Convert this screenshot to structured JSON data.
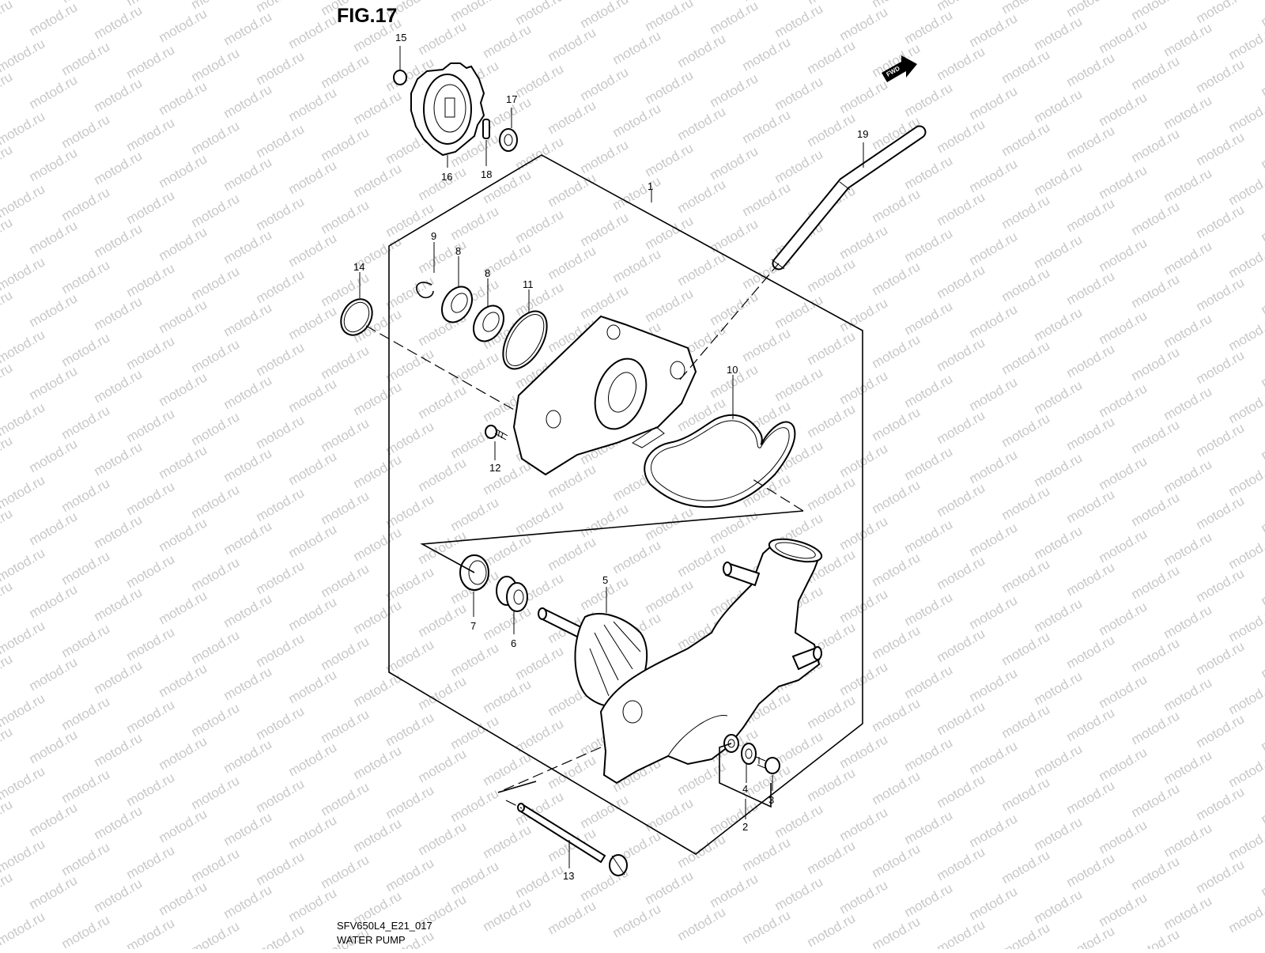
{
  "figure": {
    "title": "FIG.17",
    "drawing_code": "SFV650L4_E21_017",
    "section_name": "WATER PUMP",
    "direction_label": "FWD"
  },
  "watermark": {
    "text": "motod.ru"
  },
  "callouts": [
    {
      "id": "1",
      "label": "1",
      "part": "water-pump-assembly"
    },
    {
      "id": "2",
      "label": "2",
      "part": "drain-plug-set"
    },
    {
      "id": "3",
      "label": "3",
      "part": "drain-bolt"
    },
    {
      "id": "4",
      "label": "4",
      "part": "gasket-washer"
    },
    {
      "id": "5",
      "label": "5",
      "part": "impeller-shaft"
    },
    {
      "id": "6",
      "label": "6",
      "part": "mechanical-seal"
    },
    {
      "id": "7",
      "label": "7",
      "part": "oil-seal"
    },
    {
      "id": "8a",
      "label": "8",
      "part": "bearing"
    },
    {
      "id": "8b",
      "label": "8",
      "part": "bearing"
    },
    {
      "id": "9",
      "label": "9",
      "part": "circlip"
    },
    {
      "id": "10",
      "label": "10",
      "part": "case-o-ring"
    },
    {
      "id": "11",
      "label": "11",
      "part": "o-ring"
    },
    {
      "id": "12",
      "label": "12",
      "part": "screw"
    },
    {
      "id": "13",
      "label": "13",
      "part": "long-bolt"
    },
    {
      "id": "14",
      "label": "14",
      "part": "o-ring-large"
    },
    {
      "id": "15",
      "label": "15",
      "part": "snap-ring"
    },
    {
      "id": "16",
      "label": "16",
      "part": "drive-gear"
    },
    {
      "id": "17",
      "label": "17",
      "part": "washer"
    },
    {
      "id": "18",
      "label": "18",
      "part": "pin"
    },
    {
      "id": "19",
      "label": "19",
      "part": "hose"
    }
  ],
  "colors": {
    "line": "#000000",
    "background": "#ffffff",
    "watermark": "#c8c8c8"
  }
}
